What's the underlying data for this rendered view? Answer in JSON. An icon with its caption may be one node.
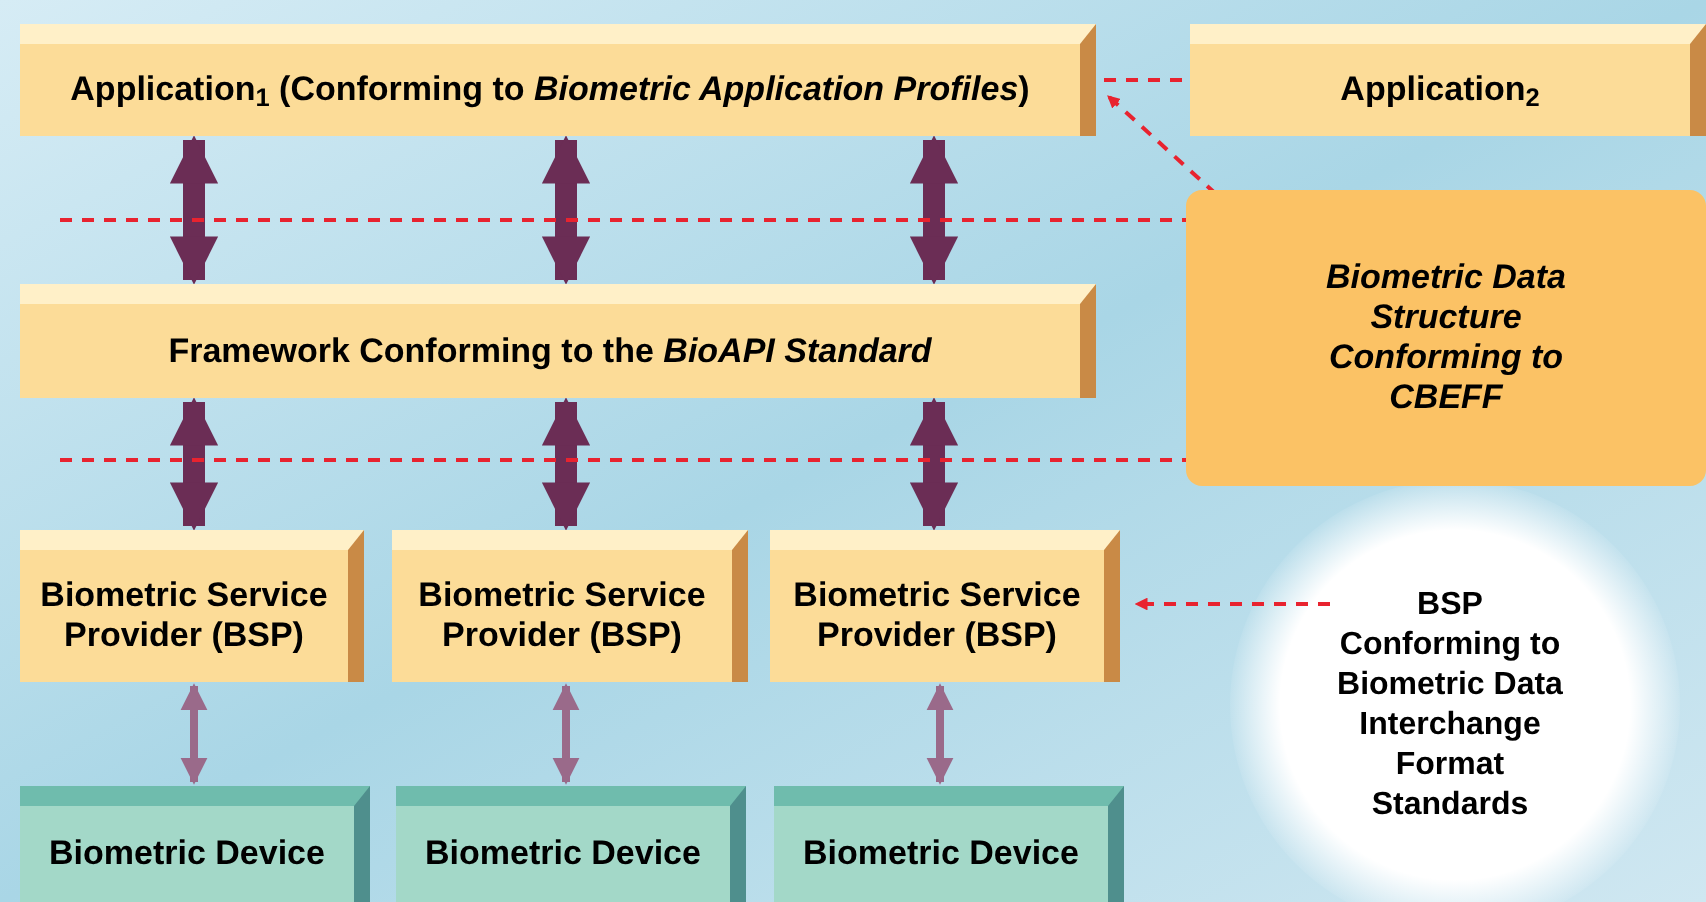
{
  "diagram": {
    "nodes": [
      {
        "text": [
          "Application$_{1}$ (Conforming to *Biometric Application Profiles*)"
        ]
      },
      {
        "text": [
          "Application$_{2}$"
        ]
      },
      {
        "text": [
          "Framework Conforming to the *BioAPI Standard*"
        ]
      },
      {
        "text": [
          "Biometric Data Structure Conforming to CBEFF"
        ]
      },
      {
        "text": [
          "Biometric Service Provider (BSP)"
        ]
      },
      {
        "text": [
          "Biometric Service Provider (BSP)"
        ]
      },
      {
        "text": [
          "Biometric Service Provider (BSP)"
        ]
      },
      {
        "text": [
          "BSP Conforming to Biometric Data Interchange Format Standards"
        ]
      },
      {
        "text": [
          "Biometric Device"
        ]
      },
      {
        "text": [
          "Biometric Device"
        ]
      },
      {
        "text": [
          "Biometric Device"
        ]
      }
    ],
    "edges": [
      {
        "from": 0,
        "to": 2,
        "arrow": "both",
        "style": "thick"
      },
      {
        "from": 0,
        "to": 2,
        "arrow": "both",
        "style": "thick"
      },
      {
        "from": 0,
        "to": 2,
        "arrow": "both",
        "style": "thick"
      },
      {
        "from": 2,
        "to": 4,
        "arrow": "both",
        "style": "thick"
      },
      {
        "from": 2,
        "to": 5,
        "arrow": "both",
        "style": "thick"
      },
      {
        "from": 2,
        "to": 6,
        "arrow": "both",
        "style": "thick"
      },
      {
        "from": 4,
        "to": 8,
        "arrow": "both",
        "color": "#9a6a8a"
      },
      {
        "from": 5,
        "to": 9,
        "arrow": "both",
        "color": "#9a6a8a"
      },
      {
        "from": 6,
        "to": 10,
        "arrow": "both",
        "color": "#9a6a8a"
      },
      {
        "from": 0,
        "to": 1,
        "arrow": "none",
        "style": "dashed",
        "color": "#e8232f"
      },
      {
        "from": 3,
        "to": 0,
        "arrow": "to",
        "style": "dashed",
        "color": "#e8232f"
      },
      {
        "from": null,
        "to": 3,
        "arrow": "none",
        "style": "dashed",
        "color": "#e8232f"
      },
      {
        "from": null,
        "to": 3,
        "arrow": "none",
        "style": "dashed",
        "color": "#e8232f"
      },
      {
        "from": 7,
        "to": 6,
        "arrow": "to",
        "style": "dashed",
        "color": "#e8232f"
      }
    ]
  }
}
